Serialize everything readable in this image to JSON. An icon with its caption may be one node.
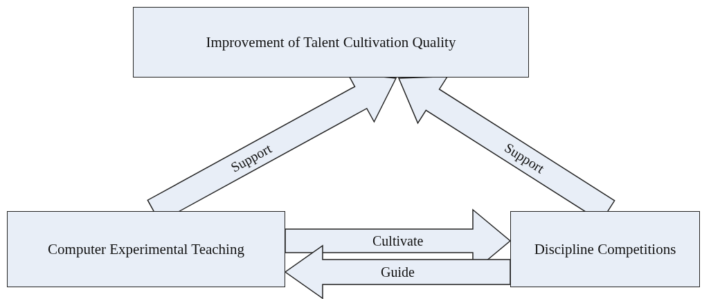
{
  "diagram": {
    "nodes": [
      {
        "text": [
          "Improvement of Talent Cultivation Quality"
        ]
      },
      {
        "text": [
          "Computer Experimental Teaching"
        ]
      },
      {
        "text": [
          "Discipline Competitions"
        ]
      }
    ],
    "edges": [
      {
        "from": 1,
        "to": 0,
        "arrow": "to",
        "label": "Support"
      },
      {
        "from": 2,
        "to": 0,
        "arrow": "to",
        "label": "Support"
      },
      {
        "from": 1,
        "to": 2,
        "arrow": "to",
        "label": "Cultivate"
      },
      {
        "from": 2,
        "to": 1,
        "arrow": "to",
        "label": "Guide"
      }
    ]
  }
}
